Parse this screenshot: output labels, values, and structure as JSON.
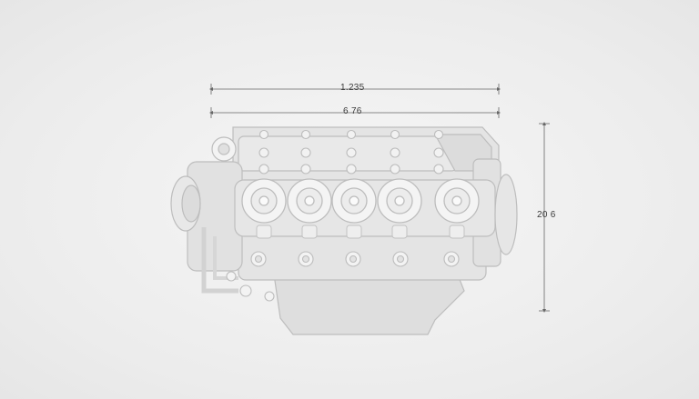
{
  "dimensions": {
    "overall_width": "1.235",
    "inner_width": "6 76",
    "height": "20 6"
  },
  "colors": {
    "background": "#ececec",
    "line": "#bdbdbd",
    "part_fill": "#e3e3e3",
    "highlight": "#f7f7f7",
    "dimension_line": "#555555"
  }
}
